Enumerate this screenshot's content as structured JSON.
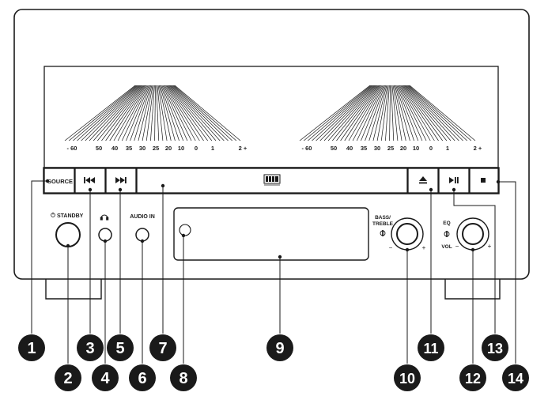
{
  "meter_scale": [
    "- 60",
    "50",
    "40",
    "35",
    "30",
    "25",
    "20",
    "10",
    "0",
    "1",
    "2 +"
  ],
  "buttons": {
    "source": "SOURCE",
    "prev_glyph": "I◀◀",
    "next_glyph": "▶▶I",
    "eject_glyph": "⏏",
    "play_pause_glyph": "▶II",
    "stop_glyph": "■"
  },
  "labels": {
    "standby": "STANDBY",
    "headphone_glyph": "🎧",
    "audio_in": "AUDIO IN",
    "bass_treble_line1": "BASS/",
    "bass_treble_line2": "TREBLE",
    "eq": "EQ",
    "vol": "VOL",
    "minus": "−",
    "plus": "+",
    "cd_logo": "disc"
  },
  "callouts": [
    "1",
    "2",
    "3",
    "4",
    "5",
    "6",
    "7",
    "8",
    "9",
    "10",
    "11",
    "12",
    "13",
    "14"
  ],
  "colors": {
    "line": "#1a1a1a",
    "callout_fill": "#1a1a1a",
    "callout_text": "#ffffff",
    "button_face": "#ffffff"
  }
}
